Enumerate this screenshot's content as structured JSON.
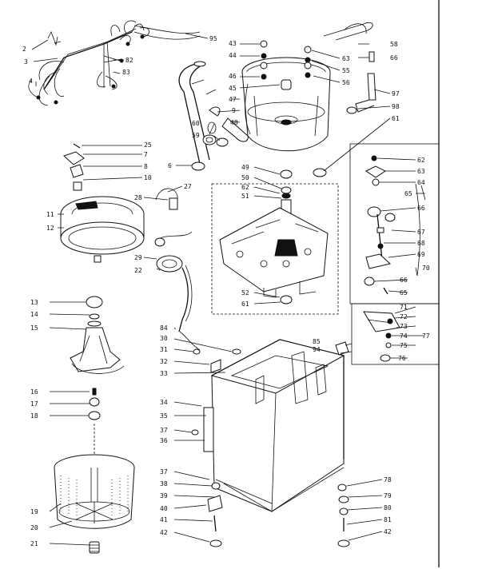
{
  "labels": {
    "l2": "2",
    "l3": "3",
    "l4": "4",
    "l95": "95",
    "l43": "43",
    "l44": "44",
    "l46": "46",
    "l45": "45",
    "l47": "47",
    "l9": "9",
    "l48": "48",
    "l60": "60",
    "l59": "59",
    "l6": "6",
    "l63": "63",
    "l55": "55",
    "l56": "56",
    "l58": "58",
    "l66": "66",
    "l97": "97",
    "l98": "98",
    "l61a": "61",
    "l82": "82",
    "l83": "83",
    "l25": "25",
    "l7": "7",
    "l8": "8",
    "l10": "10",
    "l11": "11",
    "l12": "12",
    "l27": "27",
    "l28": "28",
    "l29": "29",
    "l22": "22",
    "l49": "49",
    "l50": "50",
    "l62a": "62",
    "l51": "51",
    "l52": "52",
    "l61b": "61",
    "l62b": "62",
    "l63b": "63",
    "l64": "64",
    "l65a": "65",
    "l66b": "66",
    "l67": "67",
    "l68": "68",
    "l69": "69",
    "l70": "70",
    "l66c": "66",
    "l65b": "65",
    "l71": "71",
    "l72": "72",
    "l73": "73",
    "l74": "74",
    "l75": "75",
    "l76": "76",
    "l77": "77",
    "l13": "13",
    "l14": "14",
    "l15": "15",
    "l16": "16",
    "l17": "17",
    "l18": "18",
    "l19": "19",
    "l20": "20",
    "l21": "21",
    "l84": "84",
    "l30": "30",
    "l31": "31",
    "l32": "32",
    "l33": "33",
    "l34": "34",
    "l35": "35",
    "l37a": "37",
    "l36": "36",
    "l37b": "37",
    "l38": "38",
    "l39": "39",
    "l40": "40",
    "l41": "41",
    "l42a": "42",
    "l85": "85",
    "l94": "94",
    "l78": "78",
    "l79": "79",
    "l80": "80",
    "l81": "81",
    "l42b": "42"
  }
}
